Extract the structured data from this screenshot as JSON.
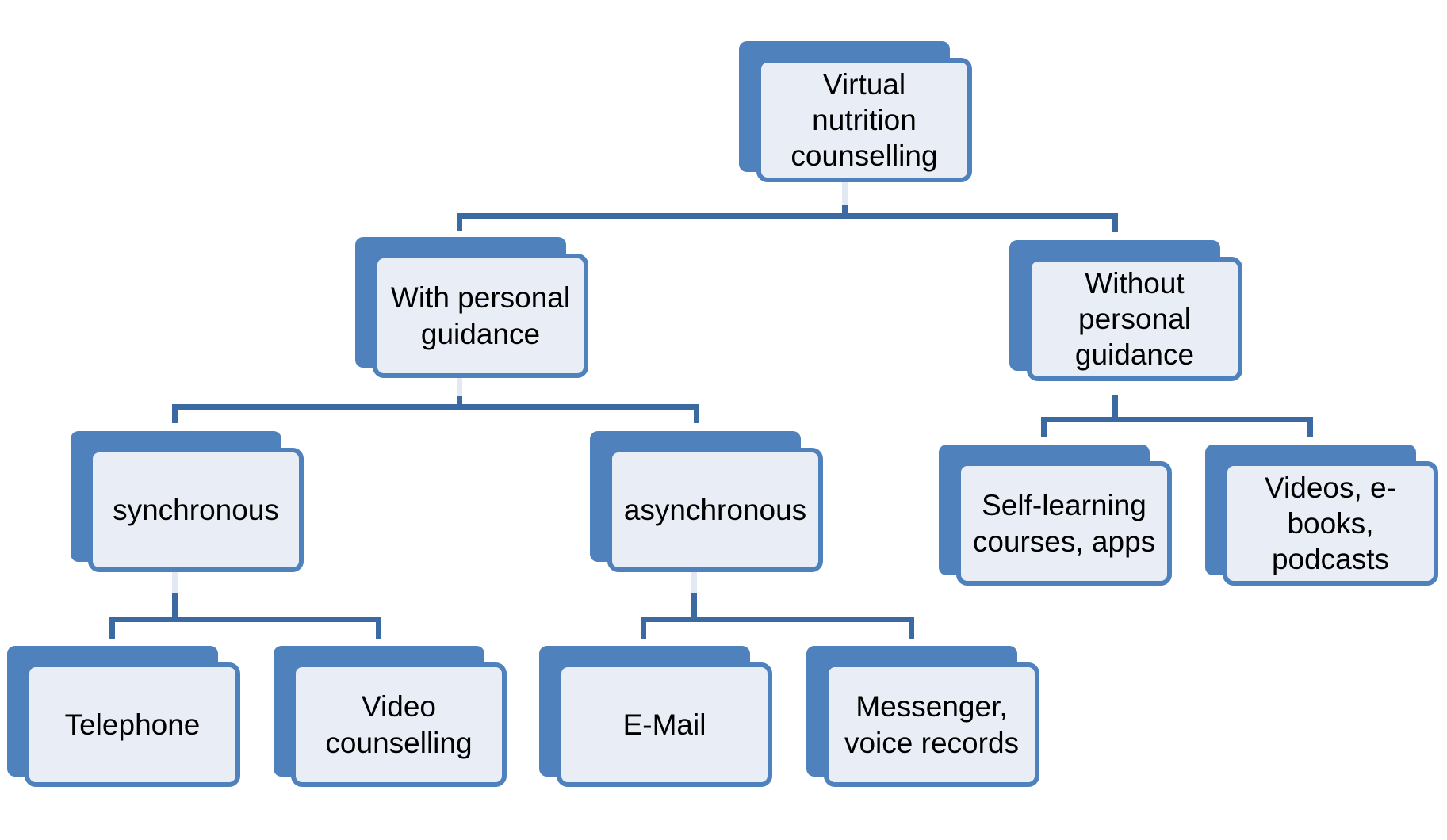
{
  "diagram": {
    "colors": {
      "box_fill": "#4f81bd",
      "box_border": "#4f81bd",
      "label_panel": "#e9eef6",
      "connector": "#3b6aa3",
      "text": "#000000"
    },
    "nodes": {
      "root": {
        "label": "Virtual nutrition counselling"
      },
      "with_guidance": {
        "label": "With personal guidance"
      },
      "without_guidance": {
        "label": "Without personal guidance"
      },
      "synchronous": {
        "label": "synchronous"
      },
      "asynchronous": {
        "label": "asynchronous"
      },
      "self_learning": {
        "label": "Self-learning courses, apps"
      },
      "videos_ebooks": {
        "label": "Videos, e-books, podcasts"
      },
      "telephone": {
        "label": "Telephone"
      },
      "video_counselling": {
        "label": "Video counselling"
      },
      "email": {
        "label": "E-Mail"
      },
      "messenger": {
        "label": "Messenger, voice records"
      }
    }
  }
}
